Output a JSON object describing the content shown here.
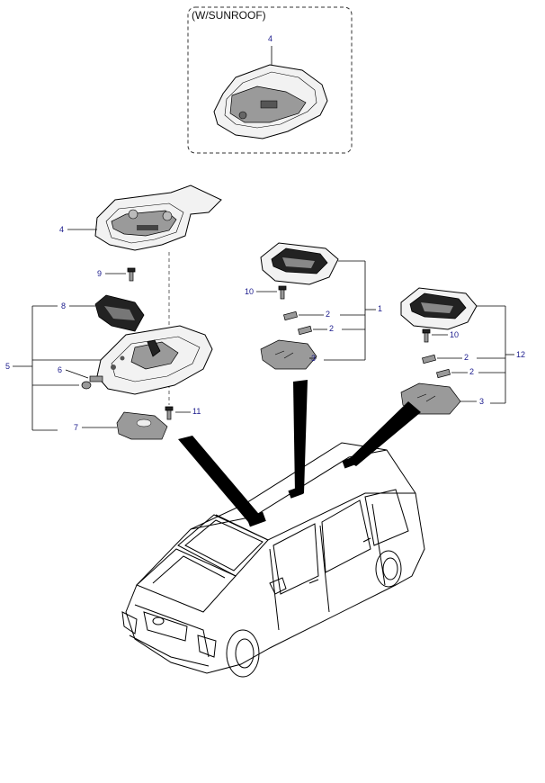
{
  "option_box": {
    "title": "(W/SUNROOF)"
  },
  "callouts": {
    "c4_top": "4",
    "c4": "4",
    "c9": "9",
    "c8": "8",
    "c5": "5",
    "c6": "6",
    "c7": "7",
    "c11": "11",
    "c10": "10",
    "c2a": "2",
    "c2b": "2",
    "c1": "1",
    "c3": "3",
    "c10r": "10",
    "c2c": "2",
    "c2d": "2",
    "c12": "12",
    "c3r": "3"
  },
  "colors": {
    "callout": "#1a1a8c",
    "line": "#000000"
  }
}
